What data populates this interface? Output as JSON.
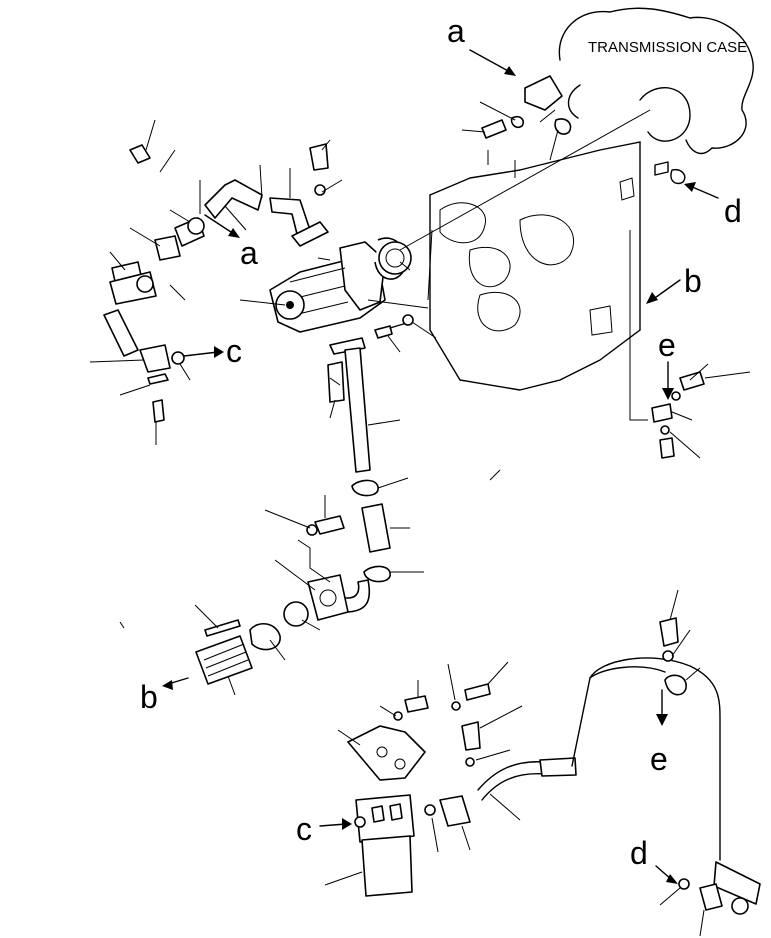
{
  "case_label": "TRANSMISSION CASE",
  "refs": {
    "a1": "a",
    "a2": "a",
    "b1": "b",
    "b2": "b",
    "c1": "c",
    "c2": "c",
    "d1": "d",
    "d2": "d",
    "e1": "e",
    "e2": "e"
  }
}
